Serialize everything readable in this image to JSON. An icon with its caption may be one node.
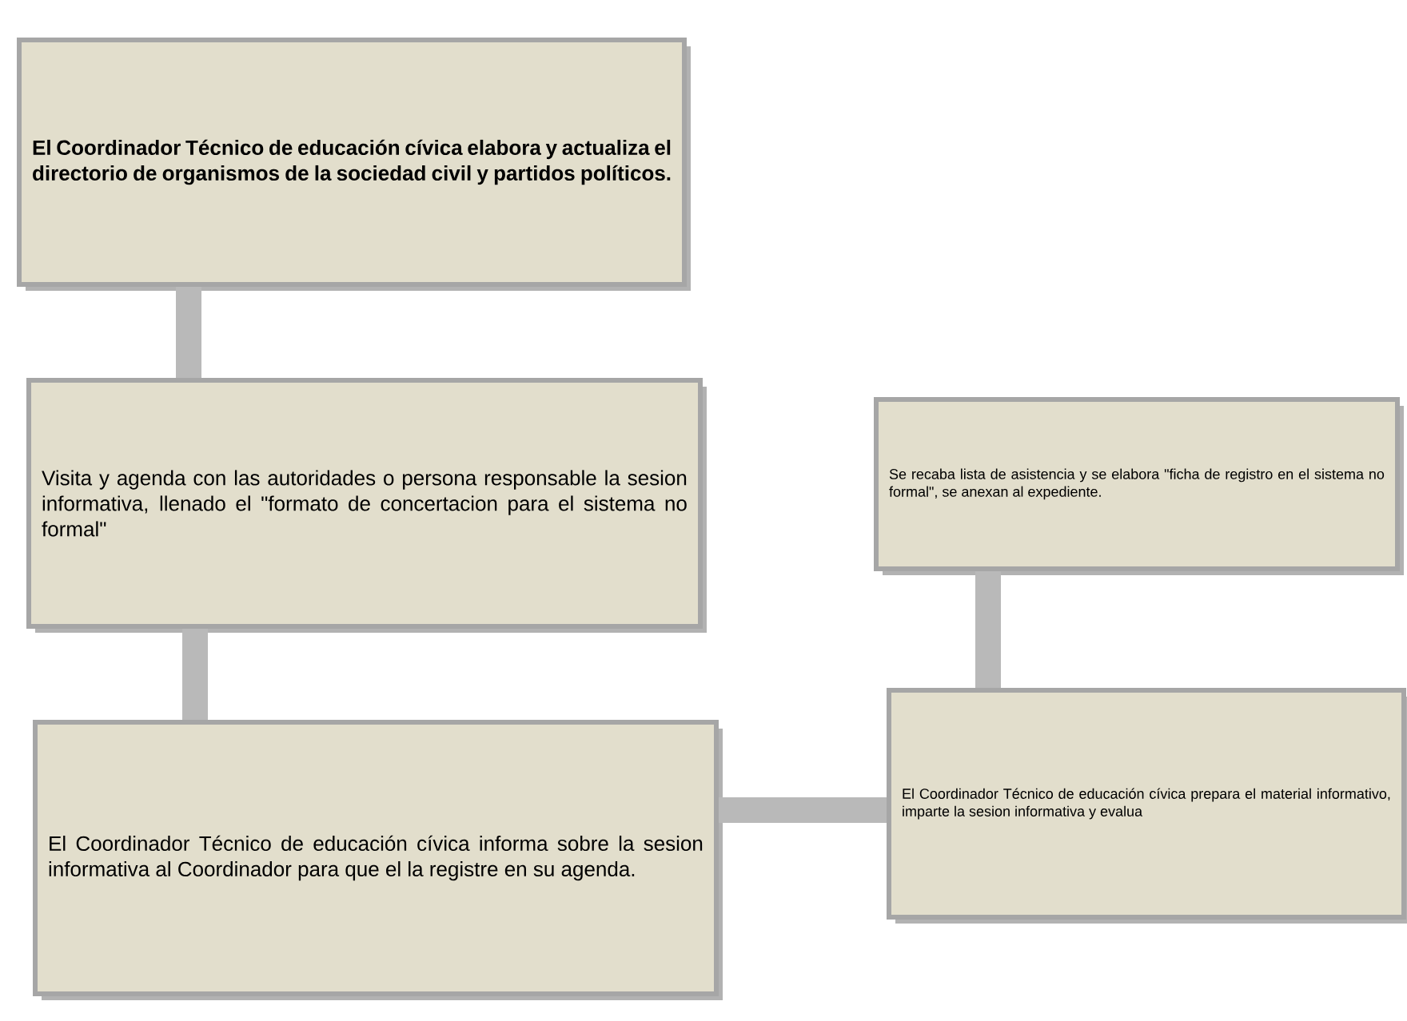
{
  "diagram": {
    "nodes": [
      {
        "text": [
          "El Coordinador Técnico de educación cívica elabora y actualiza el directorio de organismos de la sociedad civil y partidos políticos."
        ]
      },
      {
        "text": [
          "Visita y agenda con las autoridades o persona responsable la sesion informativa, llenado el \"formato de concertacion para el sistema no formal\""
        ]
      },
      {
        "text": [
          "El Coordinador Técnico de educación cívica informa sobre la sesion informativa al Coordinador para que el la registre en su agenda."
        ]
      },
      {
        "text": [
          "Se recaba lista de asistencia y se elabora \"ficha de registro en el sistema no formal\", se anexan al expediente."
        ]
      },
      {
        "text": [
          "El Coordinador Técnico de educación cívica prepara el material informativo, imparte la sesion informativa y evalua"
        ]
      }
    ],
    "edges": [
      {
        "from": 0,
        "to": 1,
        "arrow": "none"
      },
      {
        "from": 1,
        "to": 2,
        "arrow": "none"
      },
      {
        "from": 2,
        "to": 4,
        "arrow": "none"
      },
      {
        "from": 4,
        "to": 3,
        "arrow": "none"
      }
    ]
  }
}
